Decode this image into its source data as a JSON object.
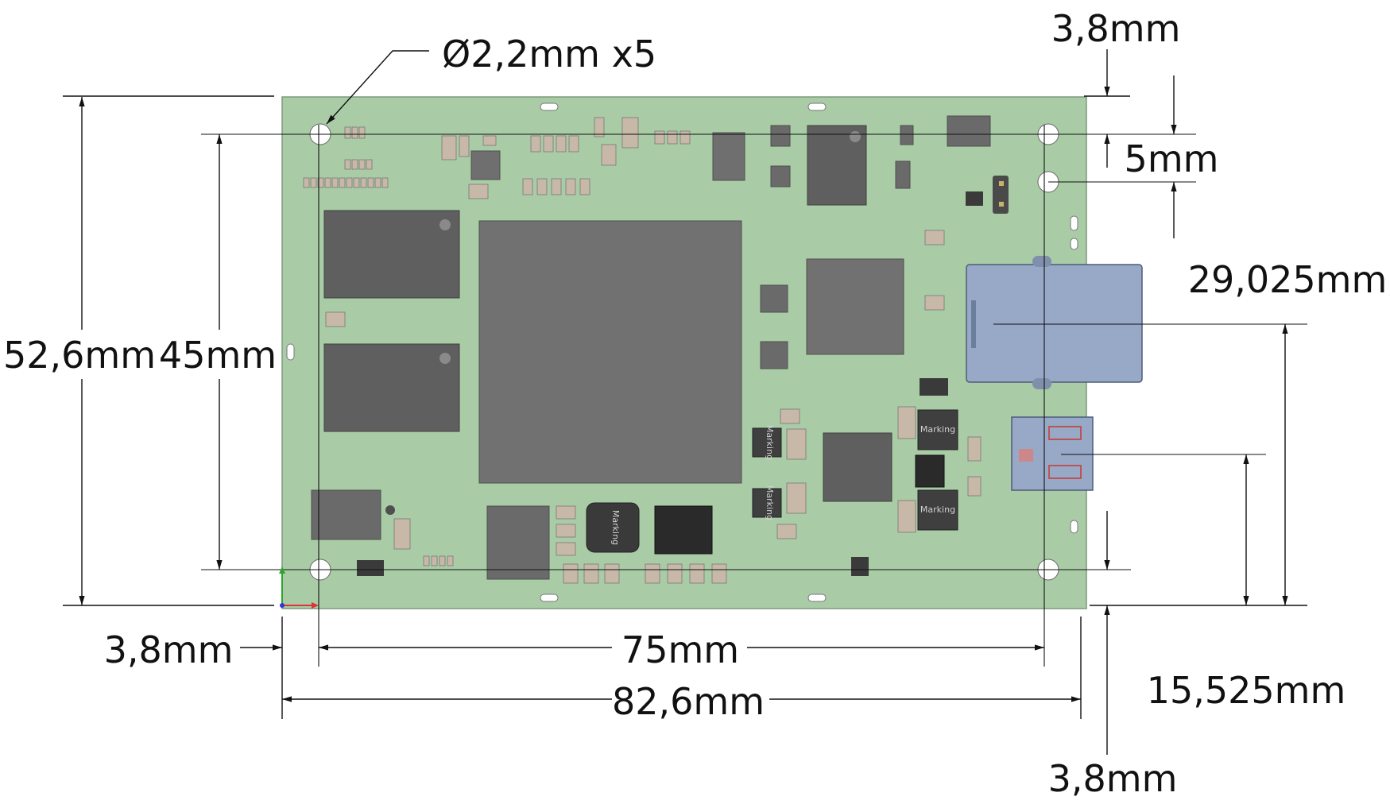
{
  "drawing": {
    "board_color": "#a9ccA6",
    "board_edge": "#7d9a7b",
    "chip_dark": "#5f5f5f",
    "chip_mid": "#6f6f6f",
    "chip_black": "#2a2a2a",
    "connector_blue": "#97a9c6"
  },
  "dimensions": {
    "hole_spec": "Ø2,2mm x5",
    "top_edge_offset": "3,8mm",
    "hole_spacing_right": "5mm",
    "connector_offset": "29,025mm",
    "board_height": "52,6mm",
    "hole_height": "45mm",
    "left_edge_offset": "3,8mm",
    "hole_width": "75mm",
    "board_width": "82,6mm",
    "usb_offset": "15,525mm",
    "bottom_edge_offset": "3,8mm"
  },
  "chip_marking": "Marking"
}
